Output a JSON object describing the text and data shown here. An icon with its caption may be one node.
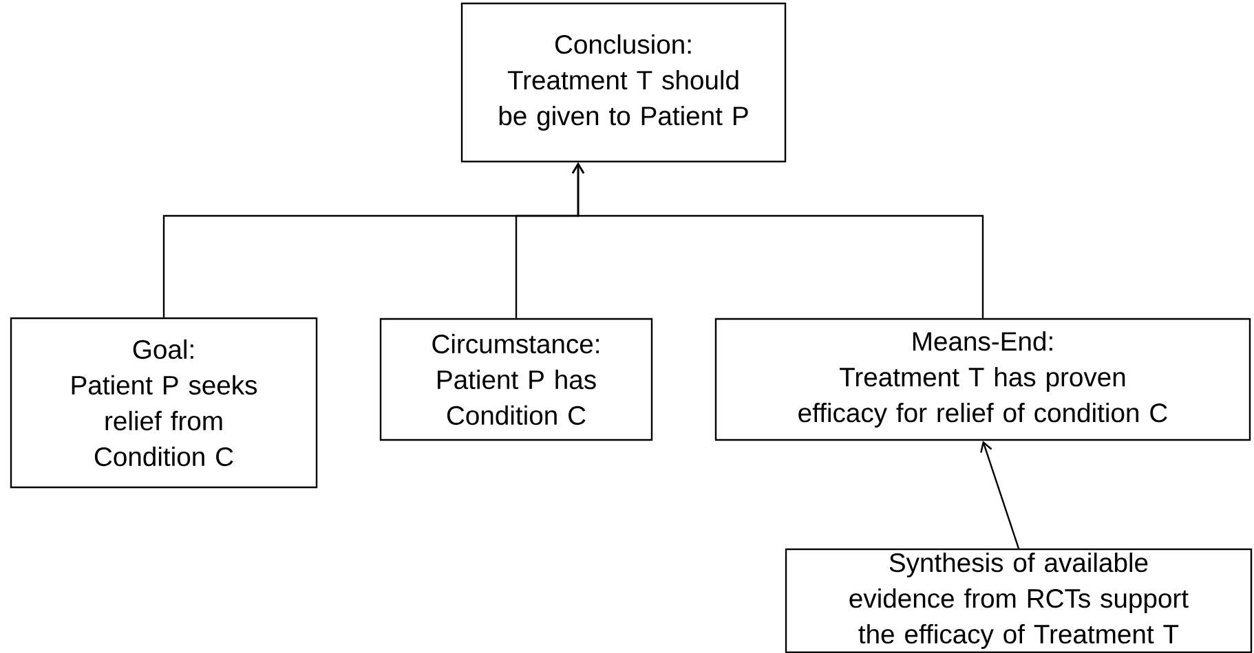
{
  "diagram": {
    "nodes": [
      {
        "text": [
          "Conclusion:",
          "Treatment T should be given to Patient P"
        ]
      },
      {
        "text": [
          "Goal:",
          "Patient P seeks relief from Condition C"
        ]
      },
      {
        "text": [
          "Circumstance:",
          "Patient P has Condition C"
        ]
      },
      {
        "text": [
          "Means-End:",
          "Treatment T has proven efficacy for relief of condition C"
        ]
      },
      {
        "text": [
          "Synthesis of available evidence from RCTs support the efficacy of Treatment T"
        ]
      }
    ],
    "edges": [
      {
        "from": 1,
        "to": 0,
        "arrow": "to"
      },
      {
        "from": 2,
        "to": 0,
        "arrow": "to"
      },
      {
        "from": 3,
        "to": 0,
        "arrow": "to"
      },
      {
        "from": 4,
        "to": 3,
        "arrow": "to"
      }
    ]
  }
}
